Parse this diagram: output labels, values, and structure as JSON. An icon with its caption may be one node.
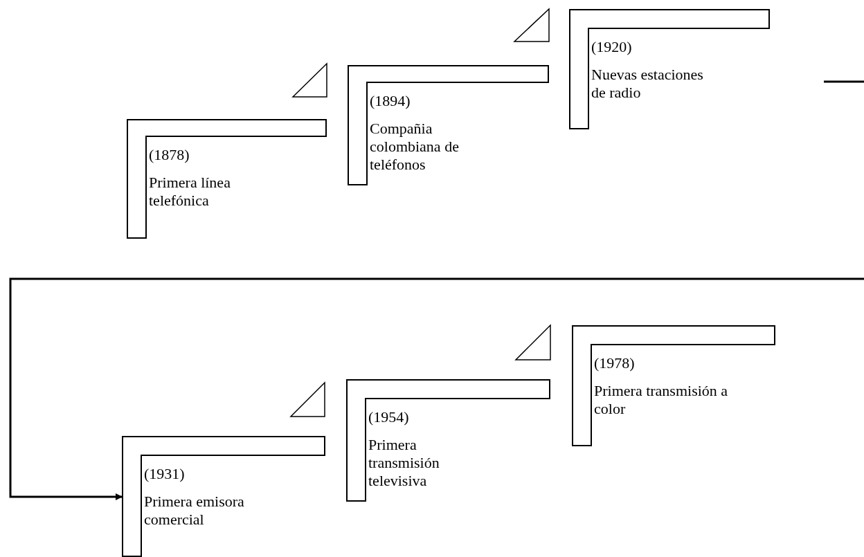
{
  "diagram": {
    "nodes": [
      {
        "text": [
          "(1878)",
          "Primera línea telefónica"
        ]
      },
      {
        "text": [
          "(1894)",
          "Compañia colombiana de teléfonos"
        ]
      },
      {
        "text": [
          "(1920)",
          "Nuevas estaciones de radio"
        ]
      },
      {
        "text": [
          "(1931)",
          "Primera emisora comercial"
        ]
      },
      {
        "text": [
          "(1954)",
          "Primera transmisión televisiva"
        ]
      },
      {
        "text": [
          "(1978)",
          "Primera transmisión a color"
        ]
      }
    ],
    "edges": [
      {
        "from": null,
        "to": 3,
        "arrow": "to"
      }
    ]
  }
}
